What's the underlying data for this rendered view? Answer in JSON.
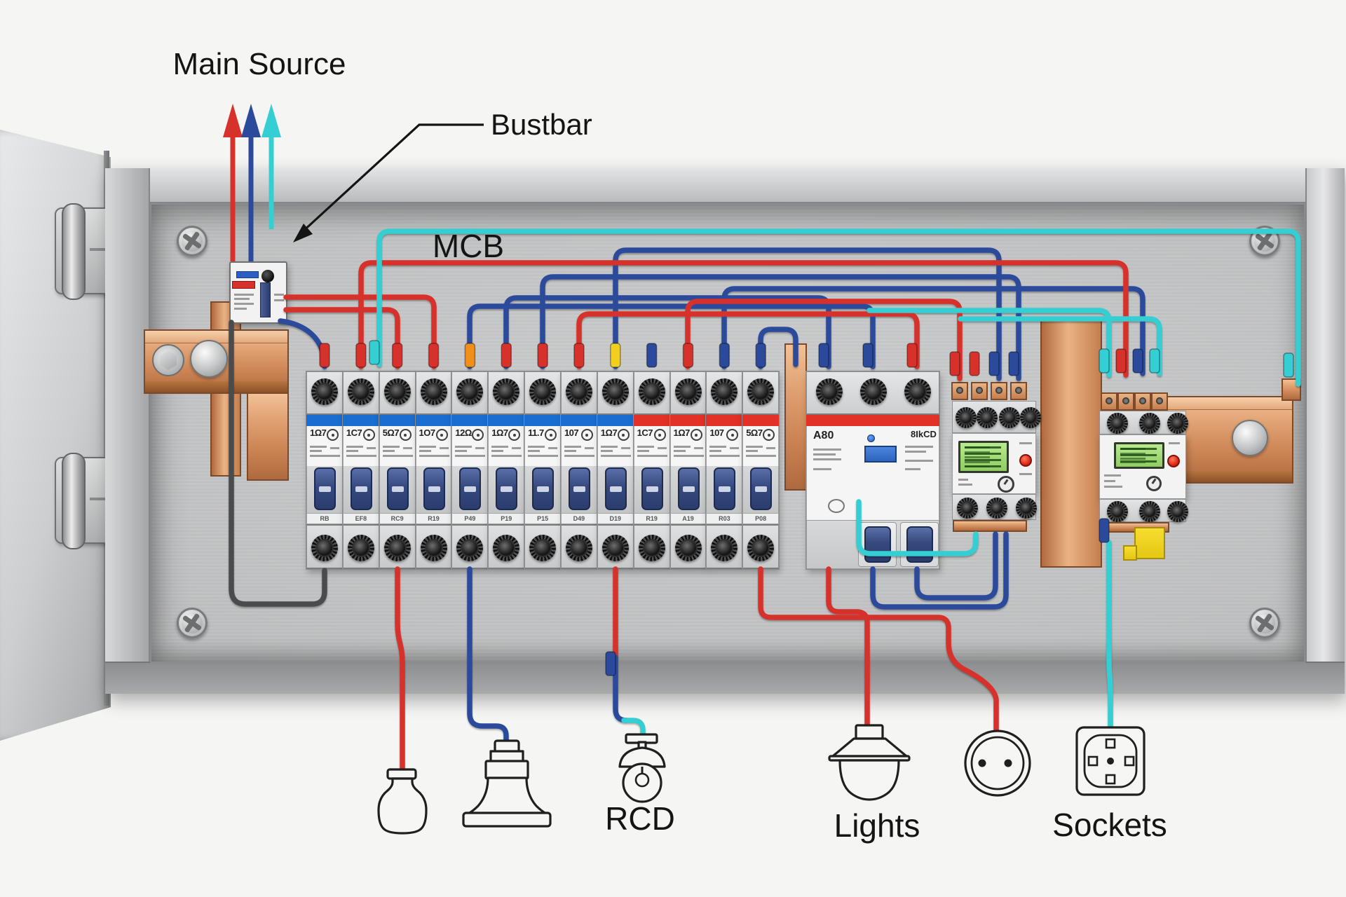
{
  "labels": {
    "main_source": "Main Source",
    "bustbar": "Bustbar",
    "mcb": "MCB",
    "rcd": "RCD",
    "lights": "Lights",
    "sockets": "Sockets"
  },
  "colors": {
    "wire": {
      "red": "#d7312b",
      "blue": "#2b4a9b",
      "cyan": "#35ced2",
      "yellow": "#f2cf1f",
      "orange": "#ef8f1c",
      "gray": "#4a4b4c"
    },
    "stripe": {
      "blue": "#1a6ed2",
      "red": "#e23127"
    },
    "copper": "#d99a6c",
    "panel": "#c6c7c8",
    "lcd_green": "#9ad373",
    "toggle_navy": "#3a4f88",
    "accent_yellow": "#f2d522"
  },
  "mcbs": [
    {
      "code": "1Ω7",
      "stripe": "blue",
      "ferrule": "red",
      "strip_code": "RB"
    },
    {
      "code": "1C7",
      "stripe": "blue",
      "ferrule": "red",
      "strip_code": "EF8"
    },
    {
      "code": "5Ω7",
      "stripe": "blue",
      "ferrule": "red",
      "strip_code": "RC9"
    },
    {
      "code": "1O7",
      "stripe": "blue",
      "ferrule": "red",
      "strip_code": "R19"
    },
    {
      "code": "12Ω",
      "stripe": "blue",
      "ferrule": "orange",
      "strip_code": "P49"
    },
    {
      "code": "1Ω7",
      "stripe": "blue",
      "ferrule": "red",
      "strip_code": "P19"
    },
    {
      "code": "11.7",
      "stripe": "blue",
      "ferrule": "red",
      "strip_code": "P15"
    },
    {
      "code": "107",
      "stripe": "blue",
      "ferrule": "red",
      "strip_code": "D49"
    },
    {
      "code": "1Ω7",
      "stripe": "blue",
      "ferrule": "yellow",
      "strip_code": "D19"
    },
    {
      "code": "1C7",
      "stripe": "red",
      "ferrule": "blue",
      "strip_code": "R19"
    },
    {
      "code": "1Ω7",
      "stripe": "red",
      "ferrule": "red",
      "strip_code": "A19"
    },
    {
      "code": "107",
      "stripe": "red",
      "ferrule": "blue",
      "strip_code": "R03"
    },
    {
      "code": "5Ω7",
      "stripe": "red",
      "ferrule": "blue",
      "strip_code": "P08"
    }
  ],
  "rcd_block": {
    "left_label": "A80",
    "right_label": "8IkCD"
  },
  "wiring": {
    "extra_ferrules": [
      [
        534,
        486,
        "cyan"
      ],
      [
        1175,
        490,
        "blue"
      ],
      [
        1238,
        490,
        "blue"
      ],
      [
        1301,
        490,
        "red"
      ],
      [
        1362,
        502,
        "red"
      ],
      [
        1390,
        502,
        "red"
      ],
      [
        1418,
        502,
        "blue"
      ],
      [
        1446,
        502,
        "blue"
      ],
      [
        1575,
        498,
        "cyan"
      ],
      [
        1599,
        498,
        "red"
      ],
      [
        1623,
        498,
        "blue"
      ],
      [
        1647,
        498,
        "cyan"
      ],
      [
        1838,
        504,
        "cyan"
      ],
      [
        871,
        930,
        "blue"
      ],
      [
        1575,
        740,
        "blue"
      ]
    ]
  }
}
